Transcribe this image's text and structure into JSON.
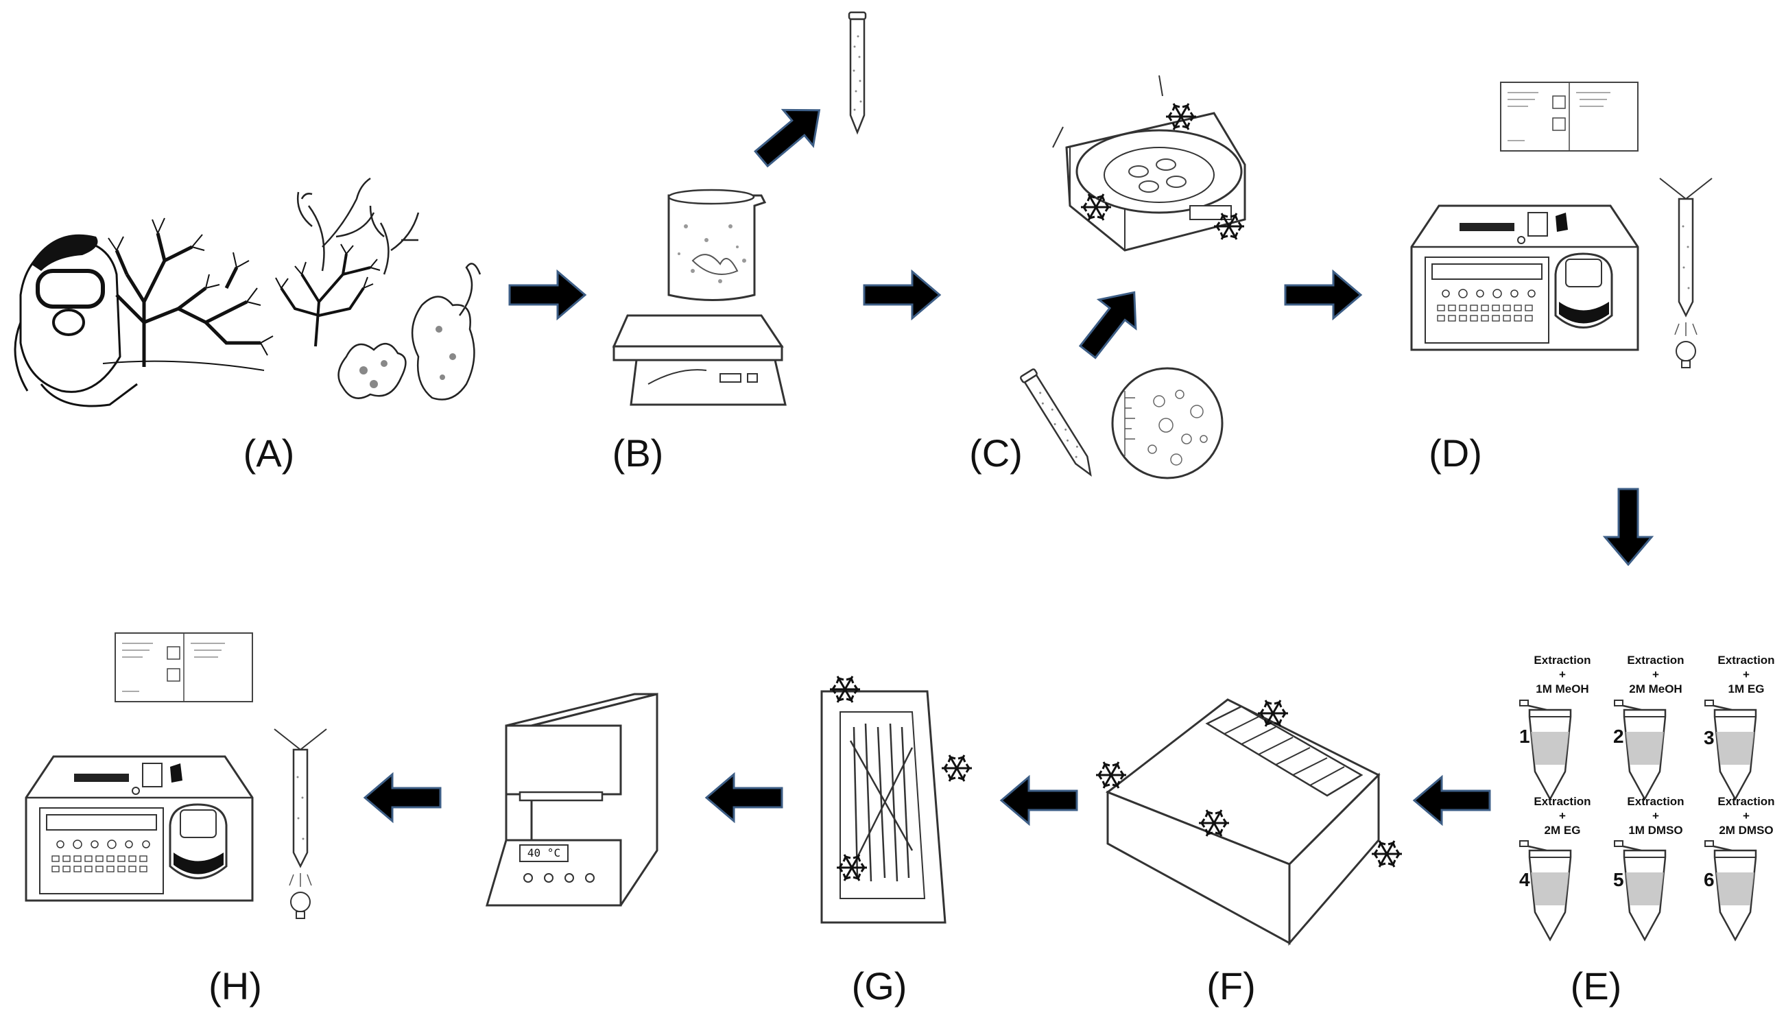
{
  "steps": [
    {
      "id": "A",
      "label": "(A)"
    },
    {
      "id": "B",
      "label": "(B)"
    },
    {
      "id": "C",
      "label": "(C)"
    },
    {
      "id": "D",
      "label": "(D)"
    },
    {
      "id": "E",
      "label": "(E)"
    },
    {
      "id": "F",
      "label": "(F)"
    },
    {
      "id": "G",
      "label": "(G)"
    },
    {
      "id": "H",
      "label": "(H)"
    }
  ],
  "tubes": [
    {
      "num": "1",
      "line1": "Extraction",
      "line2": "+",
      "line3": "1M MeOH"
    },
    {
      "num": "2",
      "line1": "Extraction",
      "line2": "+",
      "line3": "2M MeOH"
    },
    {
      "num": "3",
      "line1": "Extraction",
      "line2": "+",
      "line3": "1M EG"
    },
    {
      "num": "4",
      "line1": "Extraction",
      "line2": "+",
      "line3": "2M EG"
    },
    {
      "num": "5",
      "line1": "Extraction",
      "line2": "+",
      "line3": "1M DMSO"
    },
    {
      "num": "6",
      "line1": "Extraction",
      "line2": "+",
      "line3": "2M DMSO"
    }
  ],
  "incubator": {
    "display": "40 °C"
  },
  "colors": {
    "arrow": "#000000",
    "arrow_edge": "#3d5e86",
    "line": "#333333"
  }
}
